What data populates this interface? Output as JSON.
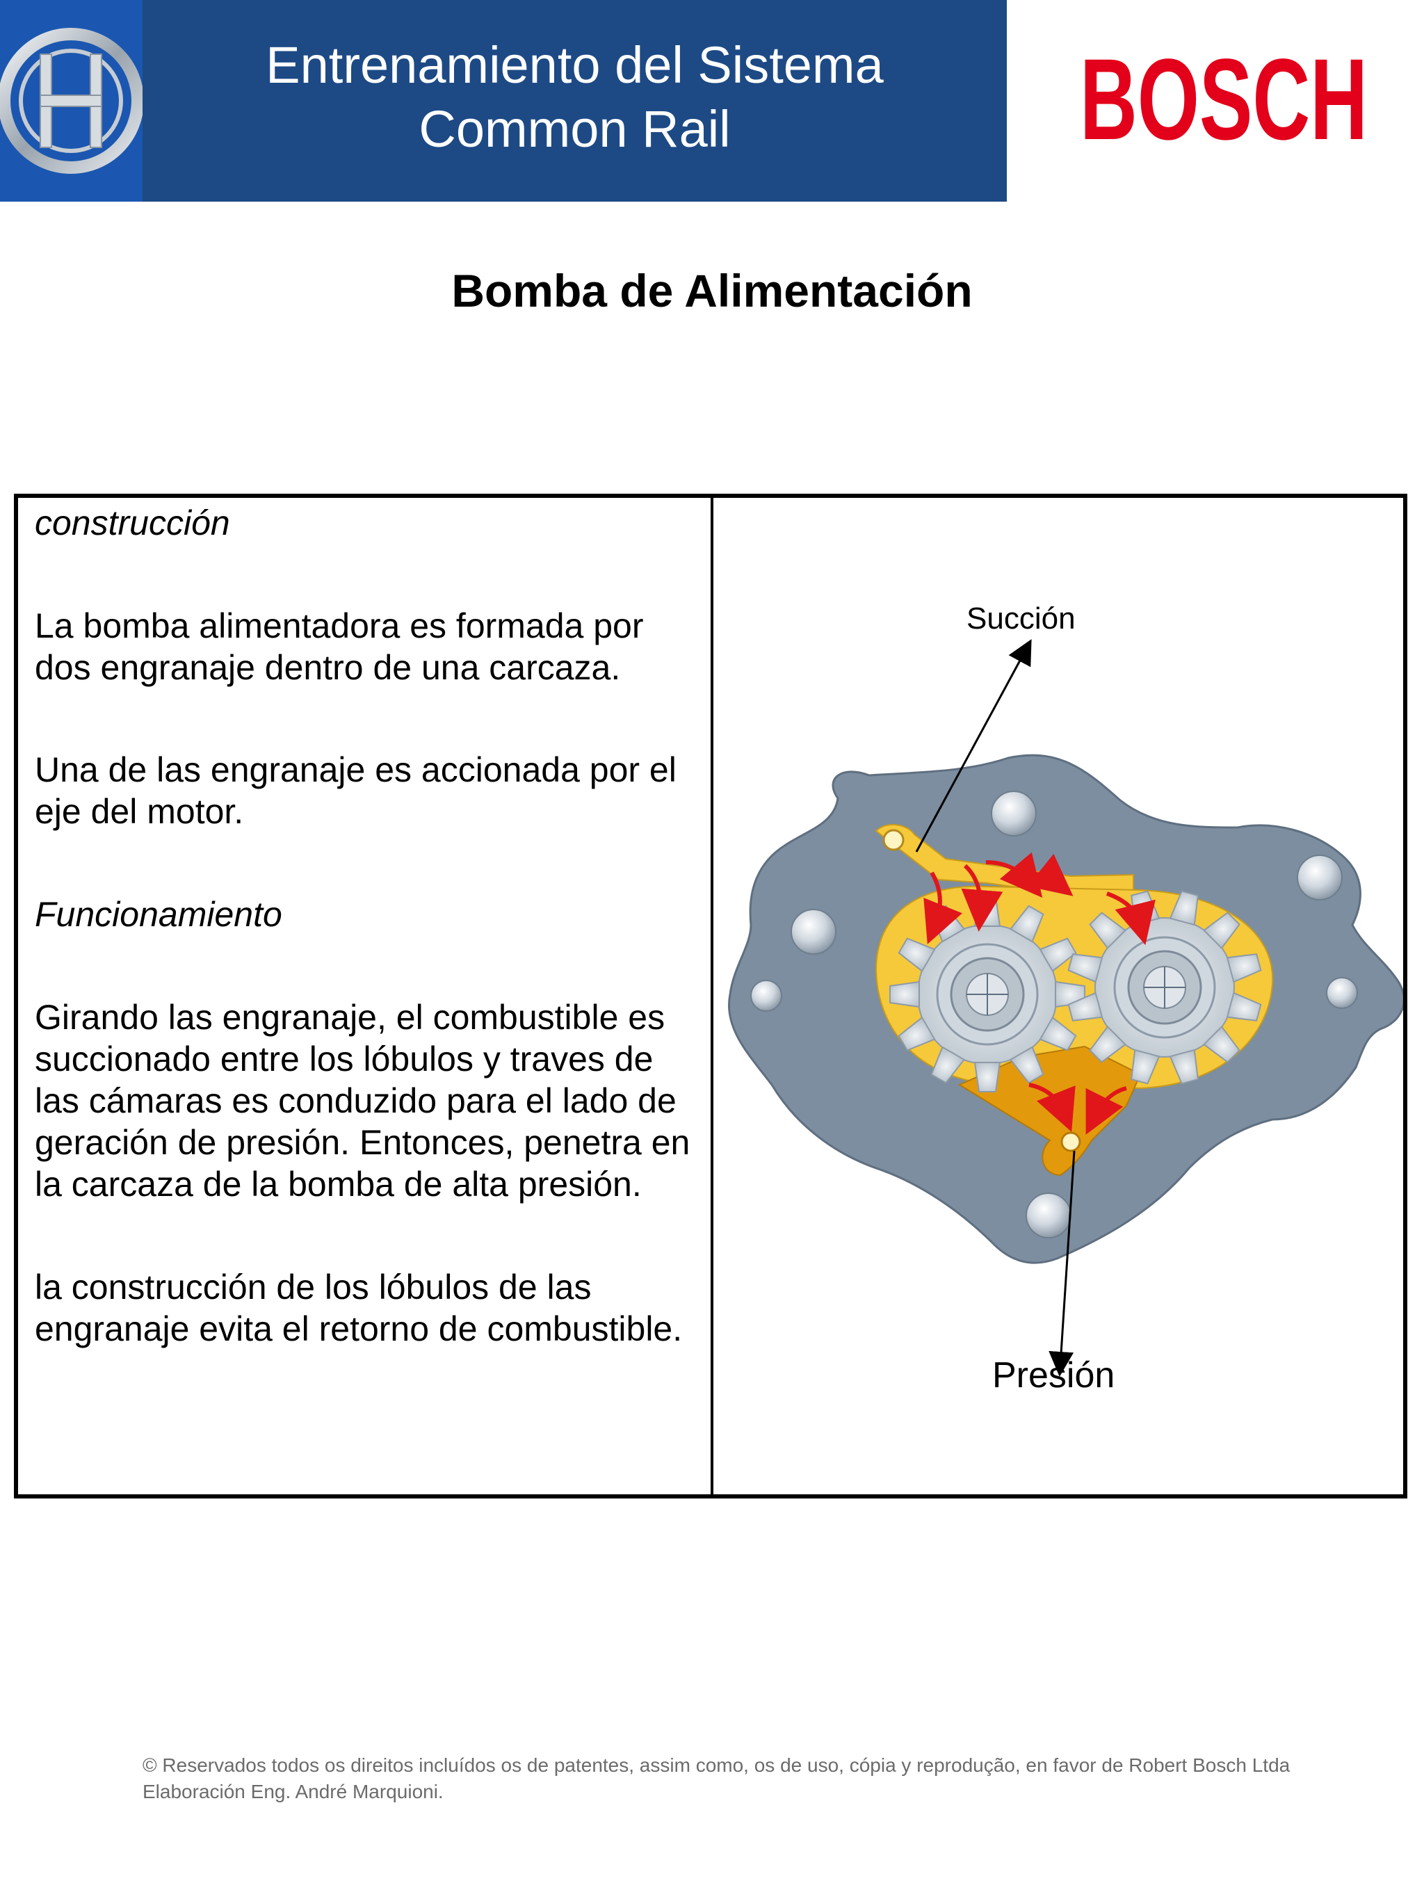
{
  "header": {
    "title_line1": "Entrenamiento del Sistema",
    "title_line2": "Common Rail",
    "brand": "BOSCH"
  },
  "page_title": "Bomba de Alimentación",
  "content": {
    "heading_construccion": "construcción",
    "para1": "La bomba alimentadora es formada por dos engranaje dentro de una carcaza.",
    "para2": "Una de las engranaje es accionada por el eje del motor.",
    "heading_funcionamiento": "Funcionamiento",
    "para3": "Girando las engranaje, el combustible es succionado entre los lóbulos y traves de las cámaras es conduzido para el lado de geración de presión. Entonces, penetra en la carcaza de la bomba de alta presión.",
    "para4": "la construcción de los lóbulos de las engranaje evita el retorno de combustible."
  },
  "diagram": {
    "label_suction": "Succión",
    "label_pressure": "Presión"
  },
  "footer": {
    "copyright": "© Reservados todos os direitos incluídos os de patentes, assim como, os de uso, cópia y reprodução, en favor de Robert Bosch Ltda Elaboración Eng. André Marquioni."
  },
  "colors": {
    "header_blue": "#1d4a85",
    "logo_blue": "#1b57b0",
    "brand_red": "#e2001a",
    "housing_gray": "#7c8ea0",
    "fuel_yellow": "#f5c93a",
    "pressure_orange": "#e29a0c",
    "flow_red": "#e0161b"
  }
}
